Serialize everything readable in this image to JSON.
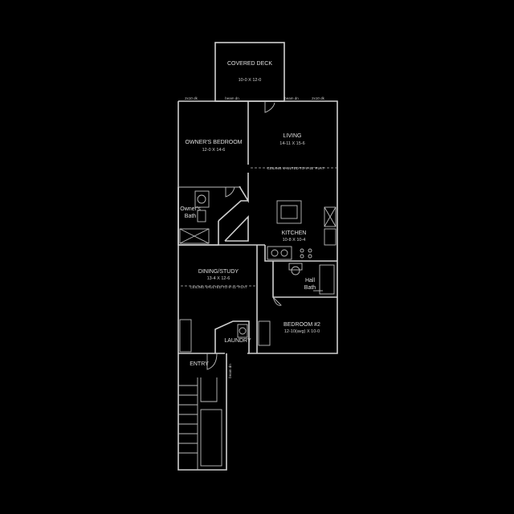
{
  "rooms": {
    "covered_deck": {
      "name": "COVERED DECK",
      "dims": "10-0 X 12-0"
    },
    "owners_bedroom": {
      "name": "OWNER'S BEDROOM",
      "dims": "12-0 X 14-6"
    },
    "living": {
      "name": "LIVING",
      "dims": "14-11 X 15-6"
    },
    "owners_bath": {
      "name_line1": "Owner's",
      "name_line2": "Bath"
    },
    "kitchen": {
      "name": "KITCHEN",
      "dims": "10-8 X 10-4"
    },
    "hall_bath": {
      "name_line1": "Hall",
      "name_line2": "Bath"
    },
    "dining_study": {
      "name": "DINING/STUDY",
      "dims": "13-4 X 12-6"
    },
    "bedroom2": {
      "name": "BEDROOM #2",
      "dims": "12-10(avg) X 10-0"
    },
    "laundry": {
      "name": "LAUNDRY"
    },
    "entry": {
      "name": "ENTRY"
    }
  },
  "notes": {
    "living_ceiling": "CEILING VAULTED TO 9'-11\" FLAT",
    "dining_ceiling": "CEILING VAULTED TO 9'-11\" FLAT",
    "deck_left_tag": "2x10 dk",
    "deck_mid_tag": "beam dn",
    "deck_right_tag": "beam dn",
    "deck_far_right_tag": "2x10 dk",
    "entry_tag": "beam dn"
  }
}
